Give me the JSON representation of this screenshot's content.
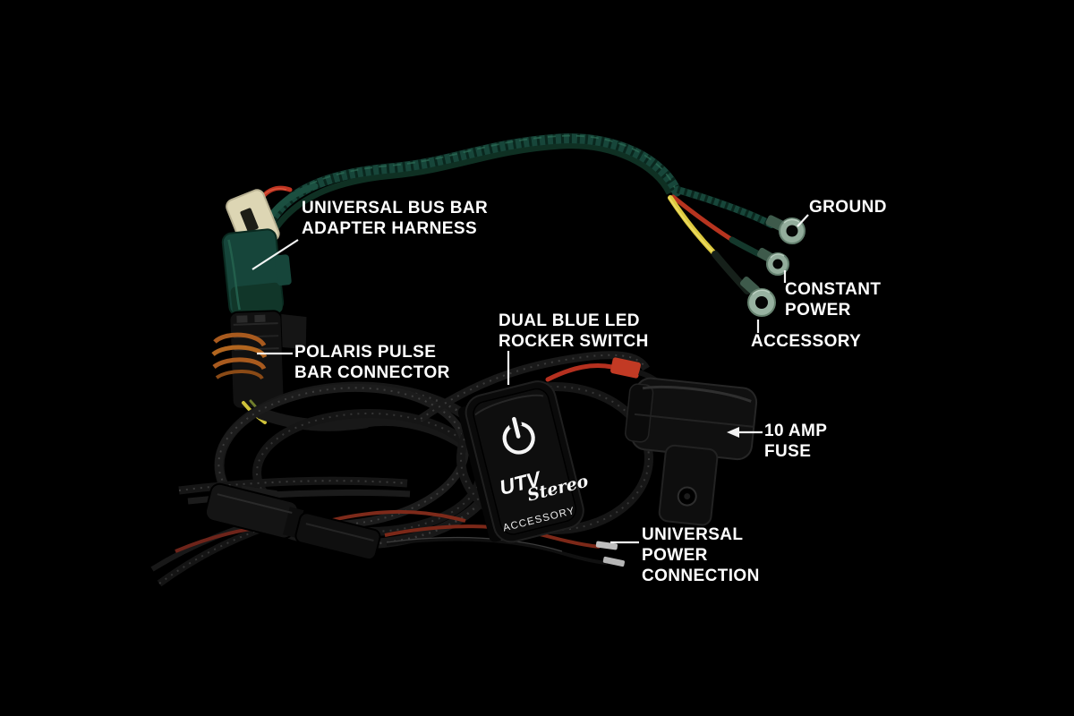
{
  "scene": {
    "title": "Accessory wiring harness product diagram",
    "background_color": "#000000"
  },
  "callouts": {
    "bus_bar_adapter": {
      "line1": "UNIVERSAL BUS BAR",
      "line2": "ADAPTER HARNESS"
    },
    "ground": {
      "line1": "GROUND"
    },
    "constant_power": {
      "line1": "CONSTANT",
      "line2": "POWER"
    },
    "accessory_terminal": {
      "line1": "ACCESSORY"
    },
    "rocker_switch": {
      "line1": "DUAL BLUE LED",
      "line2": "ROCKER SWITCH"
    },
    "polaris_pulse": {
      "line1": "POLARIS PULSE",
      "line2": "BAR CONNECTOR"
    },
    "fuse": {
      "line1": "10 AMP",
      "line2": "FUSE"
    },
    "power_connection": {
      "line1": "UNIVERSAL",
      "line2": "POWER",
      "line3": "CONNECTION"
    }
  },
  "switch": {
    "brand_line1": "UTV",
    "brand_line2": "Stereo",
    "label": "ACCESSORY",
    "power_icon": "power-symbol"
  },
  "colors": {
    "label_text": "#ffffff",
    "leader_line": "#ffffff",
    "loom_green": "#17463a",
    "wire_red": "#b7341f",
    "wire_yellow": "#ddc93e",
    "wire_orange": "#a85a1e",
    "ring_terminal": "#93ad9c",
    "braid_black": "#181818",
    "connector_cream": "#ddd6b4",
    "switch_graphics": "#f5f5f5"
  }
}
